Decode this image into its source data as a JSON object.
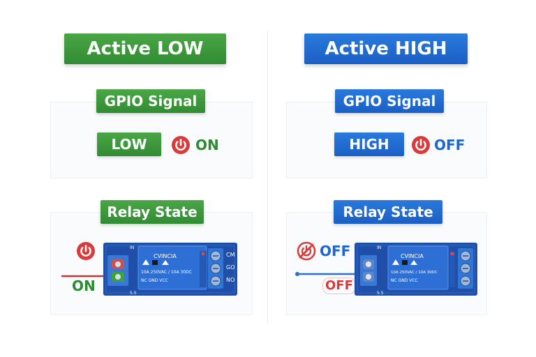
{
  "left": {
    "title": "Active LOW",
    "signal_label": "GPIO Signal",
    "signal_value": "LOW",
    "signal_state": "ON",
    "relay_label": "Relay State",
    "relay_state": "ON"
  },
  "right": {
    "title": "Active HIGH",
    "signal_label": "GPIO Signal",
    "signal_value": "HIGH",
    "signal_state": "OFF",
    "relay_label": "Relay State",
    "relay_state_top": "OFF",
    "relay_state_bottom": "OFF"
  },
  "board": {
    "brand": "CVINCIA",
    "spec_line": "10A 250VAC / 10A 30DC",
    "pins_line": "NC GND VCC",
    "terminal_top": "CM",
    "terminal_mid": "GO",
    "terminal_bottom": "NO"
  },
  "colors": {
    "green": "#3a9a3c",
    "blue": "#1f66cf",
    "red": "#d93a3a",
    "board_blue": "#1f4fa8"
  },
  "icons": {
    "on_state": "power-icon",
    "off_state": "power-off-icon"
  }
}
